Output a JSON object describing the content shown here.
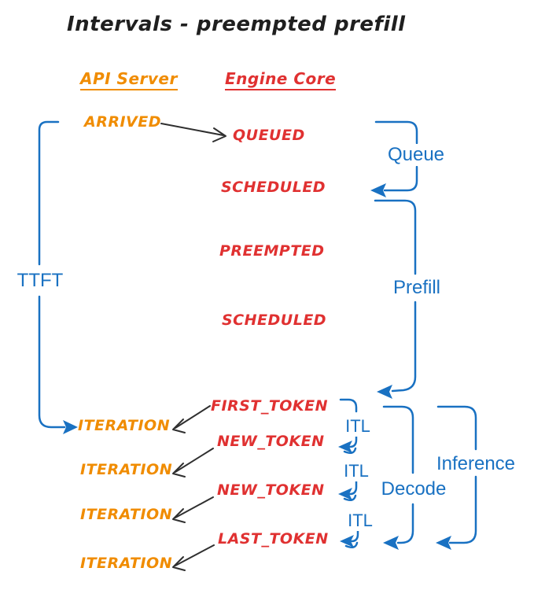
{
  "title": "Intervals - preempted prefill",
  "columns": {
    "api_server": {
      "label": "API Server"
    },
    "engine_core": {
      "label": "Engine Core"
    }
  },
  "api_server_events": {
    "arrived": "ARRIVED",
    "iterations": [
      "ITERATION",
      "ITERATION",
      "ITERATION",
      "ITERATION"
    ]
  },
  "engine_core_events": {
    "queued": "QUEUED",
    "scheduled_1": "SCHEDULED",
    "preempted": "PREEMPTED",
    "scheduled_2": "SCHEDULED",
    "first_token": "FIRST_TOKEN",
    "new_token_1": "NEW_TOKEN",
    "new_token_2": "NEW_TOKEN",
    "last_token": "LAST_TOKEN"
  },
  "intervals": {
    "ttft": "TTFT",
    "queue": "Queue",
    "prefill": "Prefill",
    "itl": [
      "ITL",
      "ITL",
      "ITL"
    ],
    "decode": "Decode",
    "inference": "Inference"
  },
  "colors": {
    "api_server_orange": "#f08c00",
    "engine_core_red": "#e03131",
    "interval_blue": "#1971c2",
    "connector_black": "#2f2f2f",
    "background": "#ffffff"
  }
}
